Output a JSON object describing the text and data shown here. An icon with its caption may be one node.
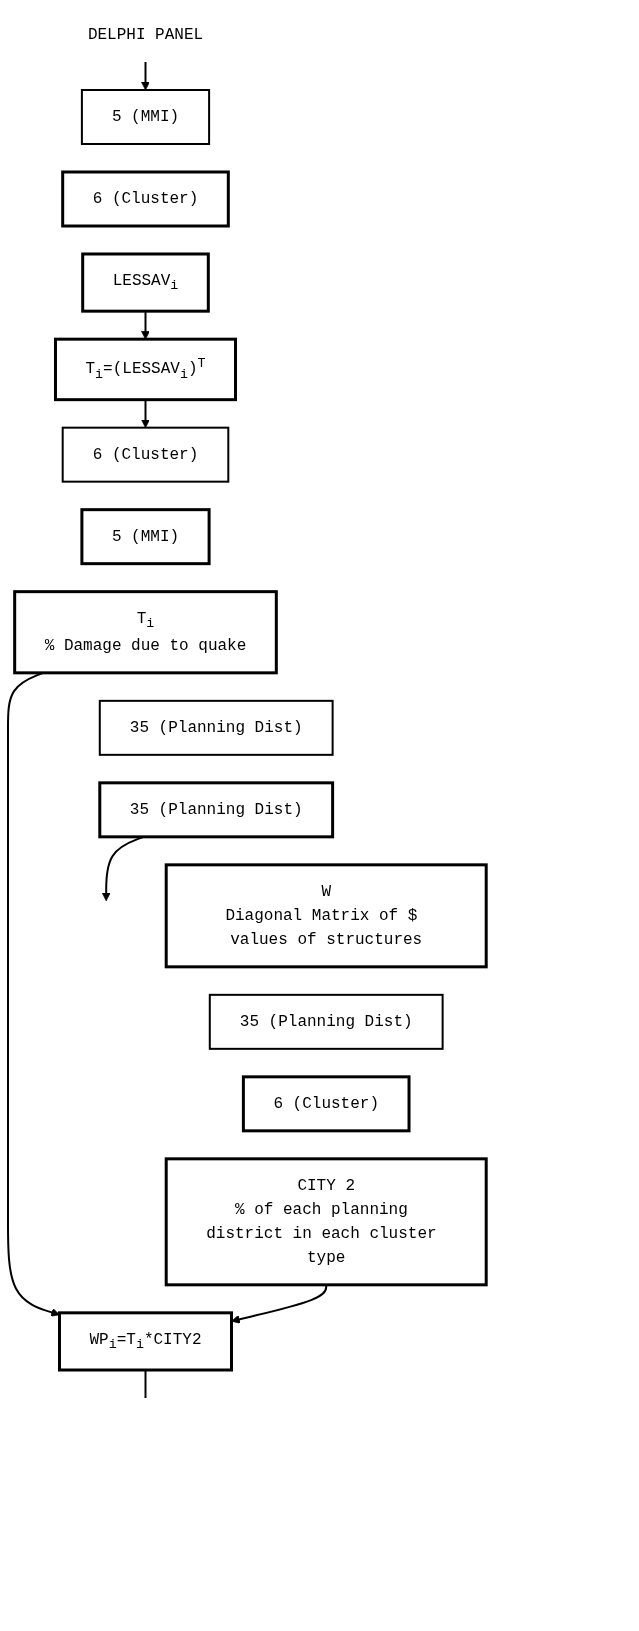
{
  "diagram": {
    "nodes": [
      {
        "text": [
          "DELPHI PANEL"
        ]
      },
      {
        "text": [
          "5 (MMI)"
        ]
      },
      {
        "text": [
          "6 (Cluster)"
        ]
      },
      {
        "text": [
          "LESSAV$_{i}$"
        ]
      },
      {
        "text": [
          "T$_{i}$=(LESSAV$_{i}$)$^{T}$"
        ]
      },
      {
        "text": [
          "6 (Cluster)"
        ]
      },
      {
        "text": [
          "5 (MMI)"
        ]
      },
      {
        "text": [
          "T$_{i}$",
          "% Damage due to quake"
        ]
      },
      {
        "text": [
          "35 (Planning Dist)"
        ]
      },
      {
        "text": [
          "35 (Planning Dist)"
        ]
      },
      {
        "text": [
          "W",
          "Diagonal Matrix of $ values of structures"
        ]
      },
      {
        "text": [
          "35 (Planning Dist)"
        ]
      },
      {
        "text": [
          "6 (Cluster)"
        ]
      },
      {
        "text": [
          "CITY 2",
          "% of each planning district in each cluster type"
        ]
      },
      {
        "text": [
          "WP$_{i}$=T$_{i}$*CITY2"
        ]
      }
    ],
    "edges": [
      {
        "from": 0,
        "to": 1,
        "arrow": "to"
      },
      {
        "from": 3,
        "to": 4,
        "arrow": "to"
      },
      {
        "from": 4,
        "to": 5,
        "arrow": "to"
      },
      {
        "from": 7,
        "to": 14,
        "arrow": "to"
      },
      {
        "from": 9,
        "to": null,
        "arrow": "to"
      },
      {
        "from": 13,
        "to": 14,
        "arrow": "to"
      },
      {
        "from": 14,
        "to": null,
        "arrow": "none"
      }
    ]
  }
}
